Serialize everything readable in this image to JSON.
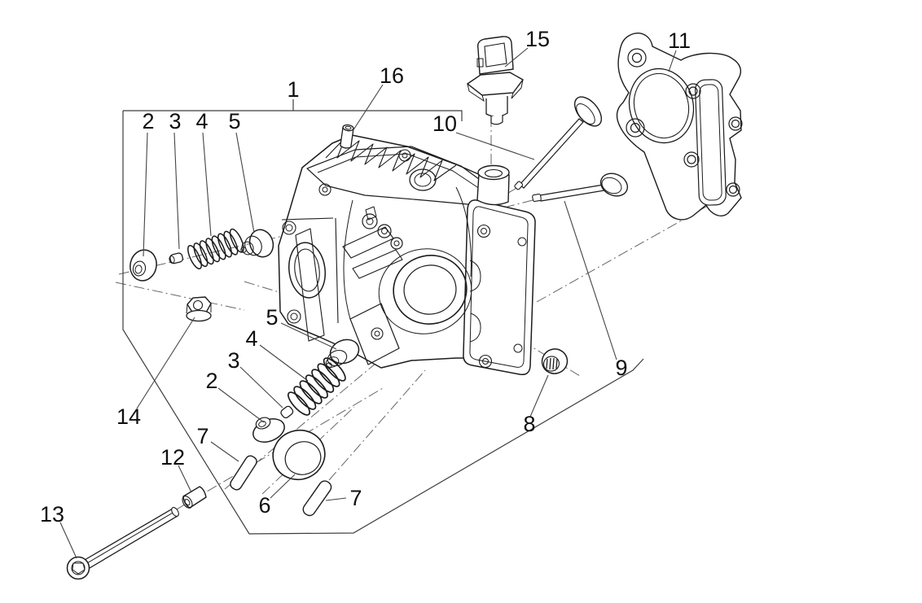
{
  "diagram": {
    "kind": "exploded-parts-diagram",
    "subject": "cylinder-head-assembly",
    "background_color": "#ffffff",
    "line_color": "#1c1c1c",
    "leader_color": "#444444",
    "axis_color": "#666666",
    "label_color": "#0f0f0f"
  },
  "callouts": [
    {
      "label": "1"
    },
    {
      "label": "2"
    },
    {
      "label": "3"
    },
    {
      "label": "4"
    },
    {
      "label": "5"
    },
    {
      "label": "16"
    },
    {
      "label": "15"
    },
    {
      "label": "10"
    },
    {
      "label": "11"
    },
    {
      "label": "14"
    },
    {
      "label": "5"
    },
    {
      "label": "4"
    },
    {
      "label": "3"
    },
    {
      "label": "2"
    },
    {
      "label": "7"
    },
    {
      "label": "6"
    },
    {
      "label": "7"
    },
    {
      "label": "12"
    },
    {
      "label": "13"
    },
    {
      "label": "8"
    },
    {
      "label": "9"
    }
  ]
}
